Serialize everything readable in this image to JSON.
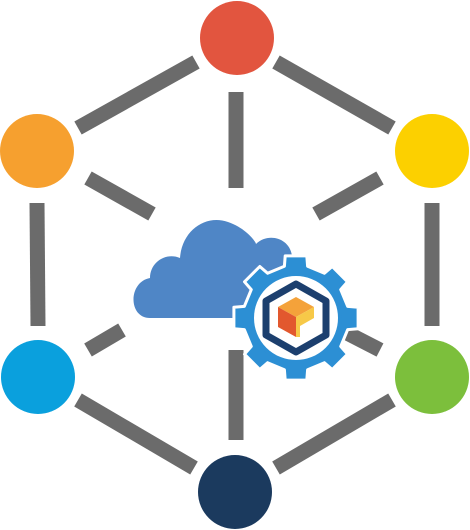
{
  "diagram": {
    "kind": "hub-network",
    "hub": {
      "name": "cloud-gear-hub",
      "cloud_color": "#4f86c6",
      "gear_color": "#2c8fd4",
      "gear_inner_color": "#ffffff",
      "badge_border_color": "#1c3f6e",
      "badge_icon": "cube-logo-icon",
      "badge_colors": [
        "#f4a23a",
        "#e2582e",
        "#f7c948"
      ]
    },
    "connector_color": "#6b6b6b",
    "nodes": [
      {
        "name": "top-node",
        "color": "#e2553f"
      },
      {
        "name": "upper-right-node",
        "color": "#fcd000"
      },
      {
        "name": "lower-right-node",
        "color": "#7cbf3c"
      },
      {
        "name": "bottom-node",
        "color": "#1b3a5e"
      },
      {
        "name": "lower-left-node",
        "color": "#0aa0dd"
      },
      {
        "name": "upper-left-node",
        "color": "#f6a02f"
      }
    ]
  }
}
